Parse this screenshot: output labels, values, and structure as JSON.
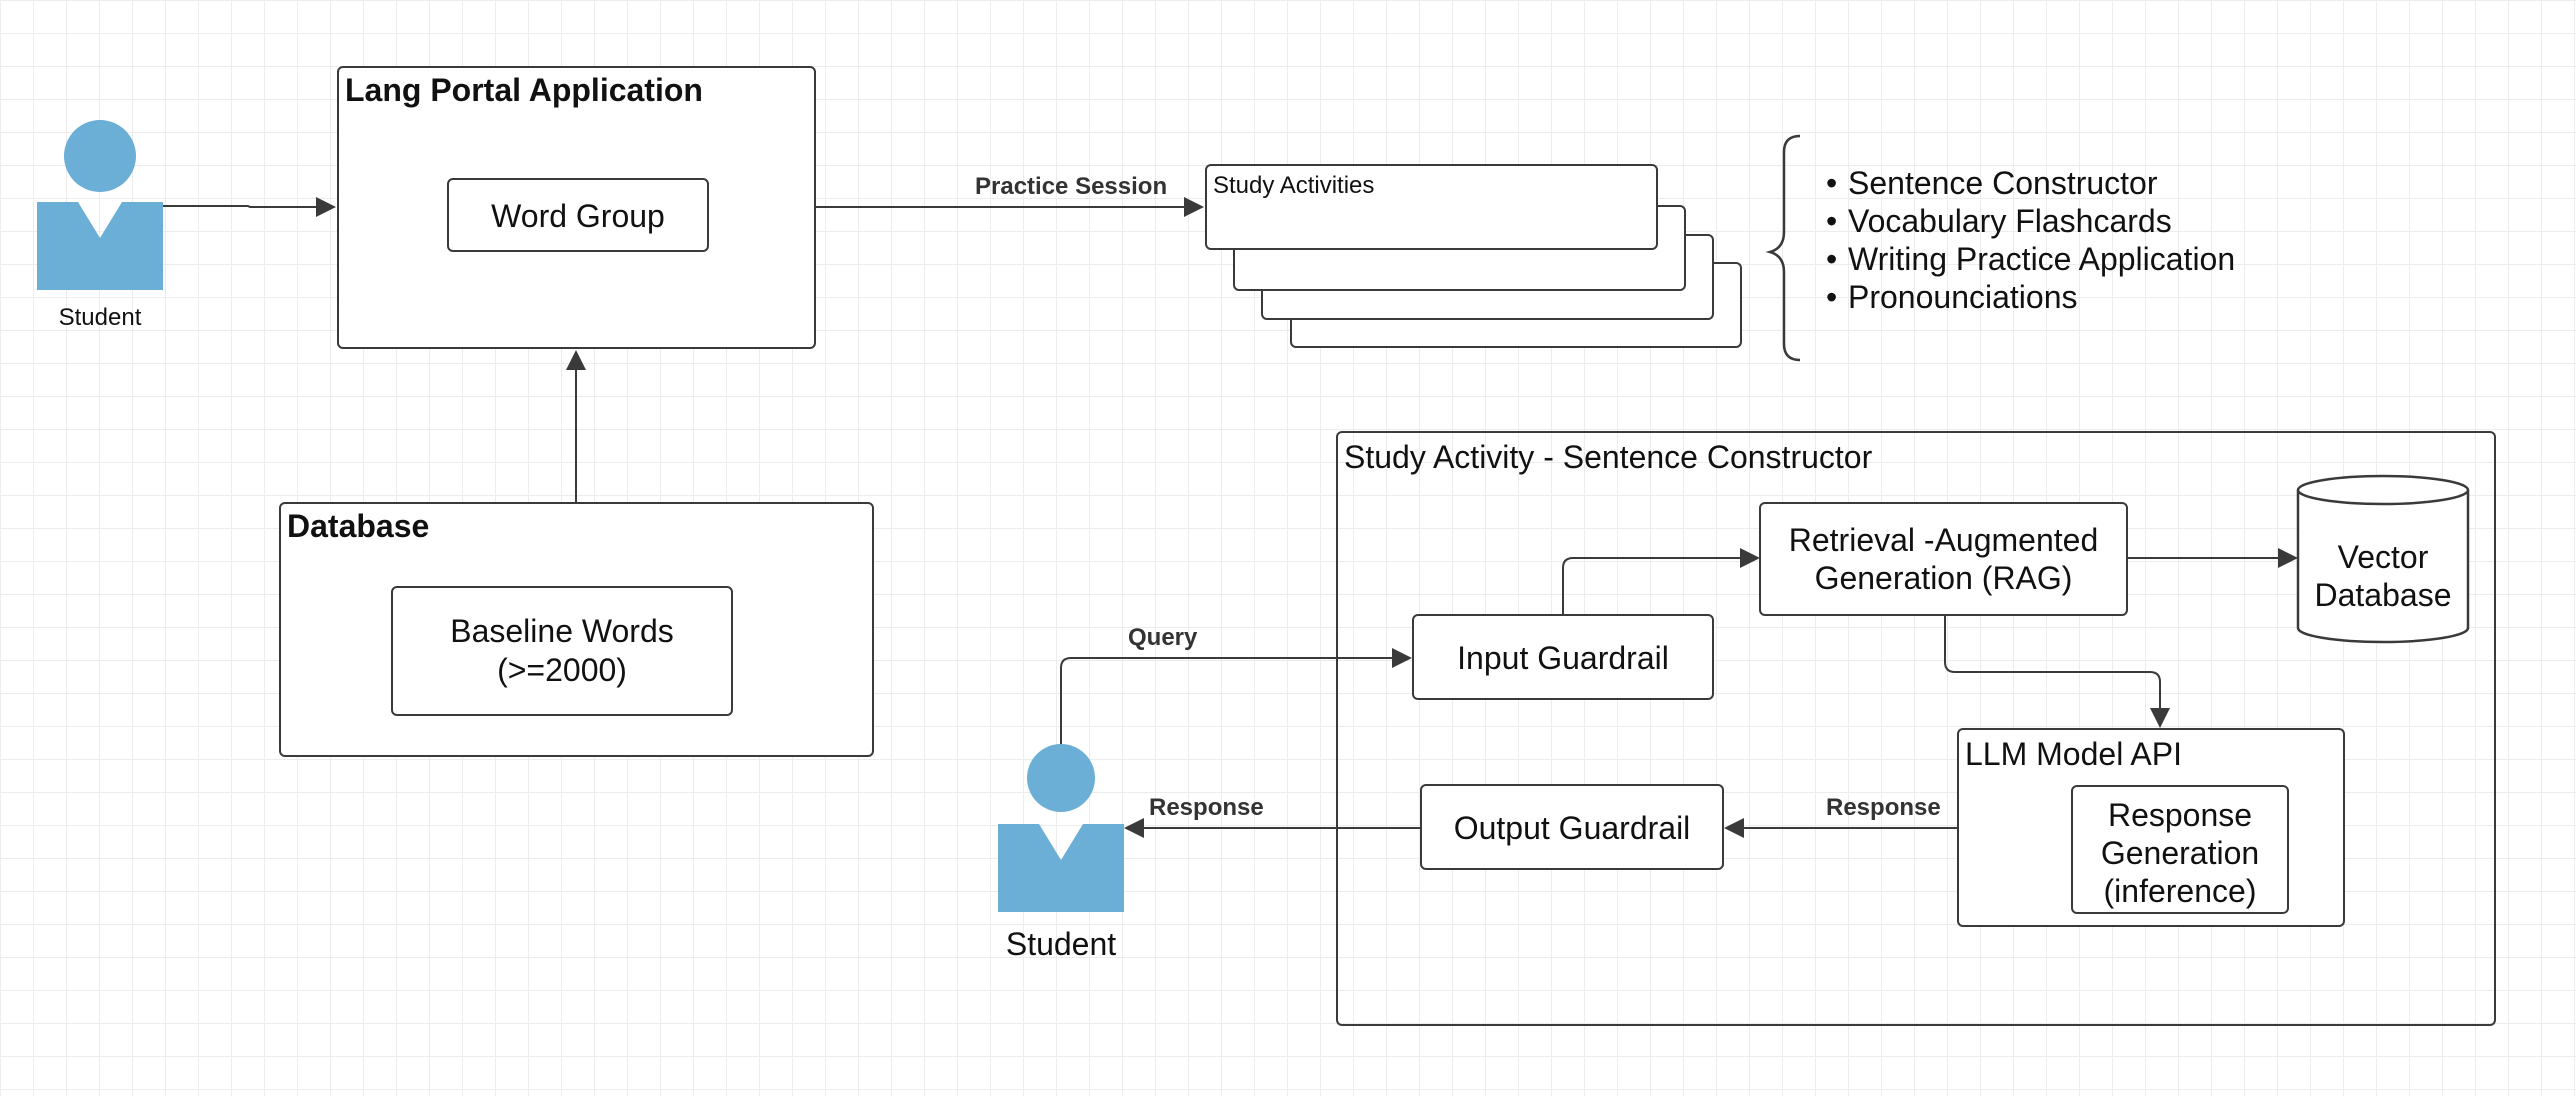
{
  "app": {
    "title": "Lang Portal Application",
    "word_group": "Word Group"
  },
  "actors": {
    "student_top": "Student",
    "student_bottom": "Student"
  },
  "database": {
    "title": "Database",
    "baseline_line1": "Baseline Words",
    "baseline_line2": "(>=2000)"
  },
  "practice_session_label": "Practice Session",
  "study_activities": {
    "label": "Study Activities",
    "items": [
      "Sentence Constructor",
      "Vocabulary Flashcards",
      "Writing Practice Application",
      "Pronounciations"
    ]
  },
  "sentence_constructor": {
    "title": "Study Activity - Sentence Constructor",
    "input_guardrail": "Input Guardrail",
    "rag_line1": "Retrieval -Augmented",
    "rag_line2": "Generation (RAG)",
    "vector_line1": "Vector",
    "vector_line2": "Database",
    "llm_title": "LLM Model API",
    "response_gen_line1": "Response",
    "response_gen_line2": "Generation",
    "response_gen_line3": "(inference)",
    "output_guardrail": "Output Guardrail"
  },
  "edges": {
    "query": "Query",
    "response_to_student": "Response",
    "response_from_llm": "Response"
  },
  "colors": {
    "actor": "#6baed6",
    "stroke": "#3a3a3a",
    "grid": "#ececec"
  }
}
